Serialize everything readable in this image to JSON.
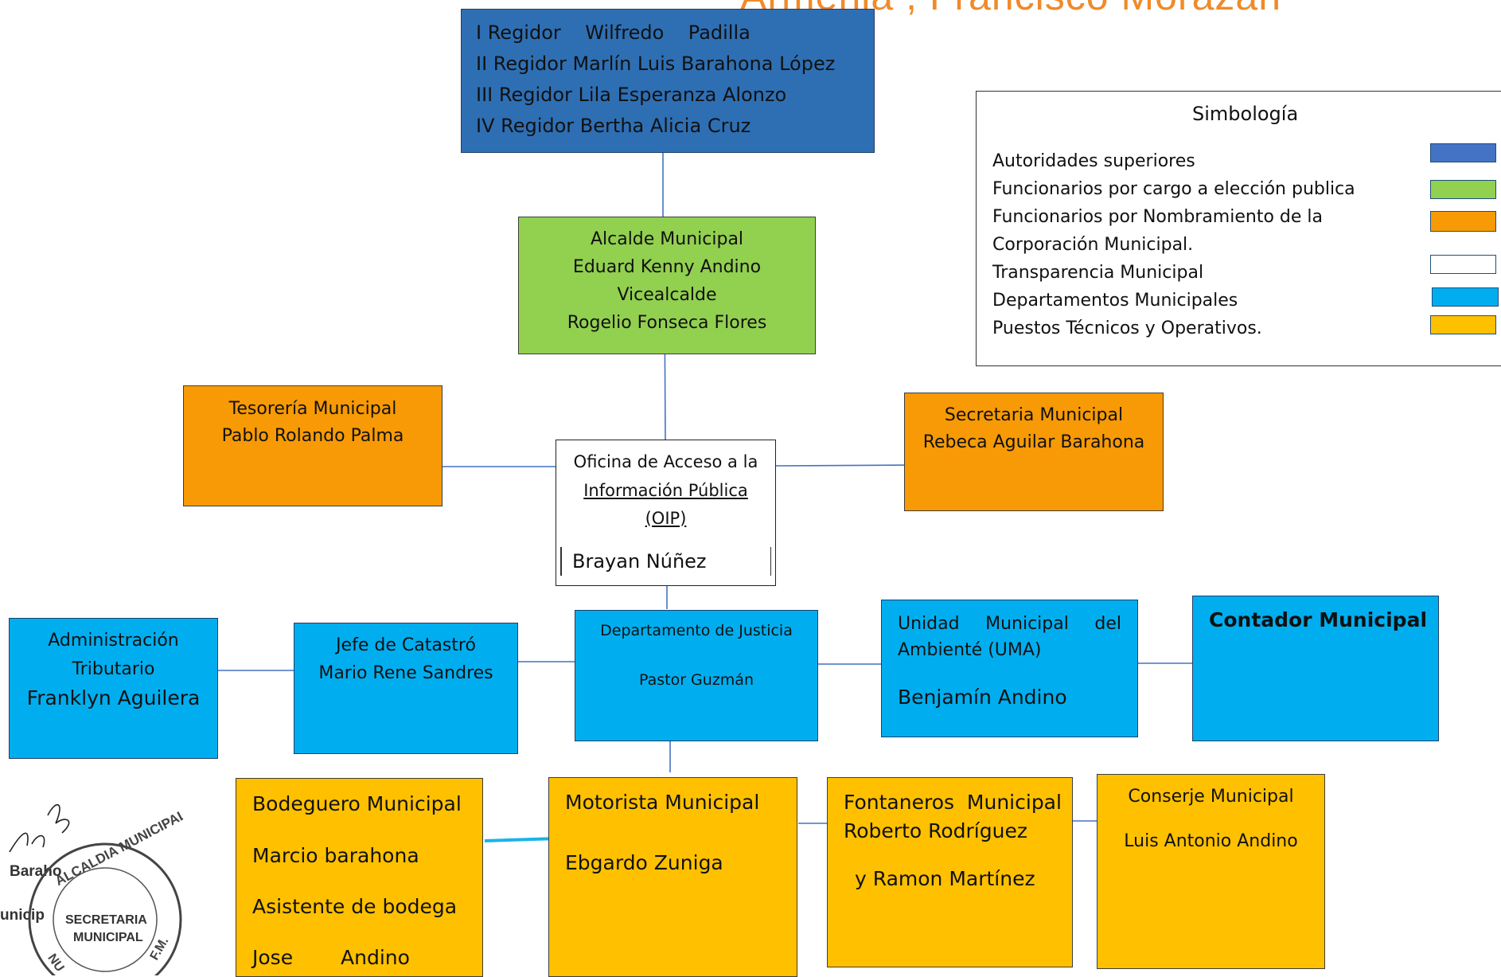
{
  "header": {
    "title_fragment": "Armenia , Francisco Morazán"
  },
  "regidores": {
    "lines": [
      "I Regidor    Wilfredo    Padilla",
      "II Regidor Marlín Luis Barahona López",
      "III Regidor Lila Esperanza Alonzo",
      "IV Regidor Bertha Alicia Cruz"
    ]
  },
  "alcalde": {
    "lines": [
      "Alcalde Municipal",
      "Eduard Kenny Andino",
      "Vicealcalde",
      "Rogelio Fonseca Flores"
    ]
  },
  "tesoreria": {
    "lines": [
      "Tesorería Municipal",
      "Pablo Rolando Palma"
    ]
  },
  "secretaria": {
    "lines": [
      "Secretaria Municipal",
      "Rebeca Aguilar Barahona"
    ]
  },
  "oip": {
    "line1": "Oficina de Acceso a la",
    "line2": "Información Pública",
    "line3": "(OIP)",
    "name": "Brayan Núñez"
  },
  "admin_tributaria": {
    "lines": [
      "Administración",
      "Tributario",
      "Franklyn Aguilera"
    ]
  },
  "catastro": {
    "lines": [
      "Jefe de Catastró",
      "Mario Rene Sandres"
    ]
  },
  "justicia": {
    "title": "Departamento de Justicia",
    "name": "Pastor Guzmán"
  },
  "uma": {
    "line1": [
      "Unidad",
      "Municipal",
      "del"
    ],
    "line2": "Ambienté (UMA)",
    "name": "Benjamín Andino"
  },
  "contador": {
    "title": "Contador Municipal"
  },
  "bodeguero": {
    "lines": [
      "Bodeguero Municipal",
      "Marcio barahona",
      "Asistente de bodega"
    ],
    "last": [
      "Jose",
      "Andino"
    ]
  },
  "motorista": {
    "lines": [
      "Motorista Municipal",
      "Ebgardo Zuniga"
    ]
  },
  "fontaneros": {
    "lines": [
      "Fontaneros  Municipal",
      "Roberto Rodríguez",
      "y Ramon Martínez"
    ]
  },
  "conserje": {
    "lines": [
      "Conserje Municipal",
      "Luis Antonio Andino"
    ]
  },
  "legend": {
    "title": "Simbología",
    "items": [
      {
        "label": "Autoridades superiores",
        "color": "#4472c4"
      },
      {
        "label": "Funcionarios por cargo a elección publica",
        "color": "#92d050"
      },
      {
        "label": "Funcionarios por Nombramiento de la",
        "color": "#f79a05"
      },
      {
        "label": "Corporación Municipal.",
        "color": ""
      },
      {
        "label": "Transparencia Municipal",
        "color": "#ffffff"
      },
      {
        "label": "Departamentos Municipales",
        "color": "#00aeef"
      },
      {
        "label": "Puestos Técnicos y Operativos.",
        "color": "#ffc000"
      }
    ]
  },
  "stamp": {
    "signature": "Ba B",
    "side_text_1": "Baraho",
    "side_text_2": "unicip",
    "ring_text": "ALCALDIA MUNICIPAL",
    "center_line1": "SECRETARIA",
    "center_line2": "MUNICIPAL",
    "edge_left": "NU",
    "edge_right": "F.M."
  }
}
